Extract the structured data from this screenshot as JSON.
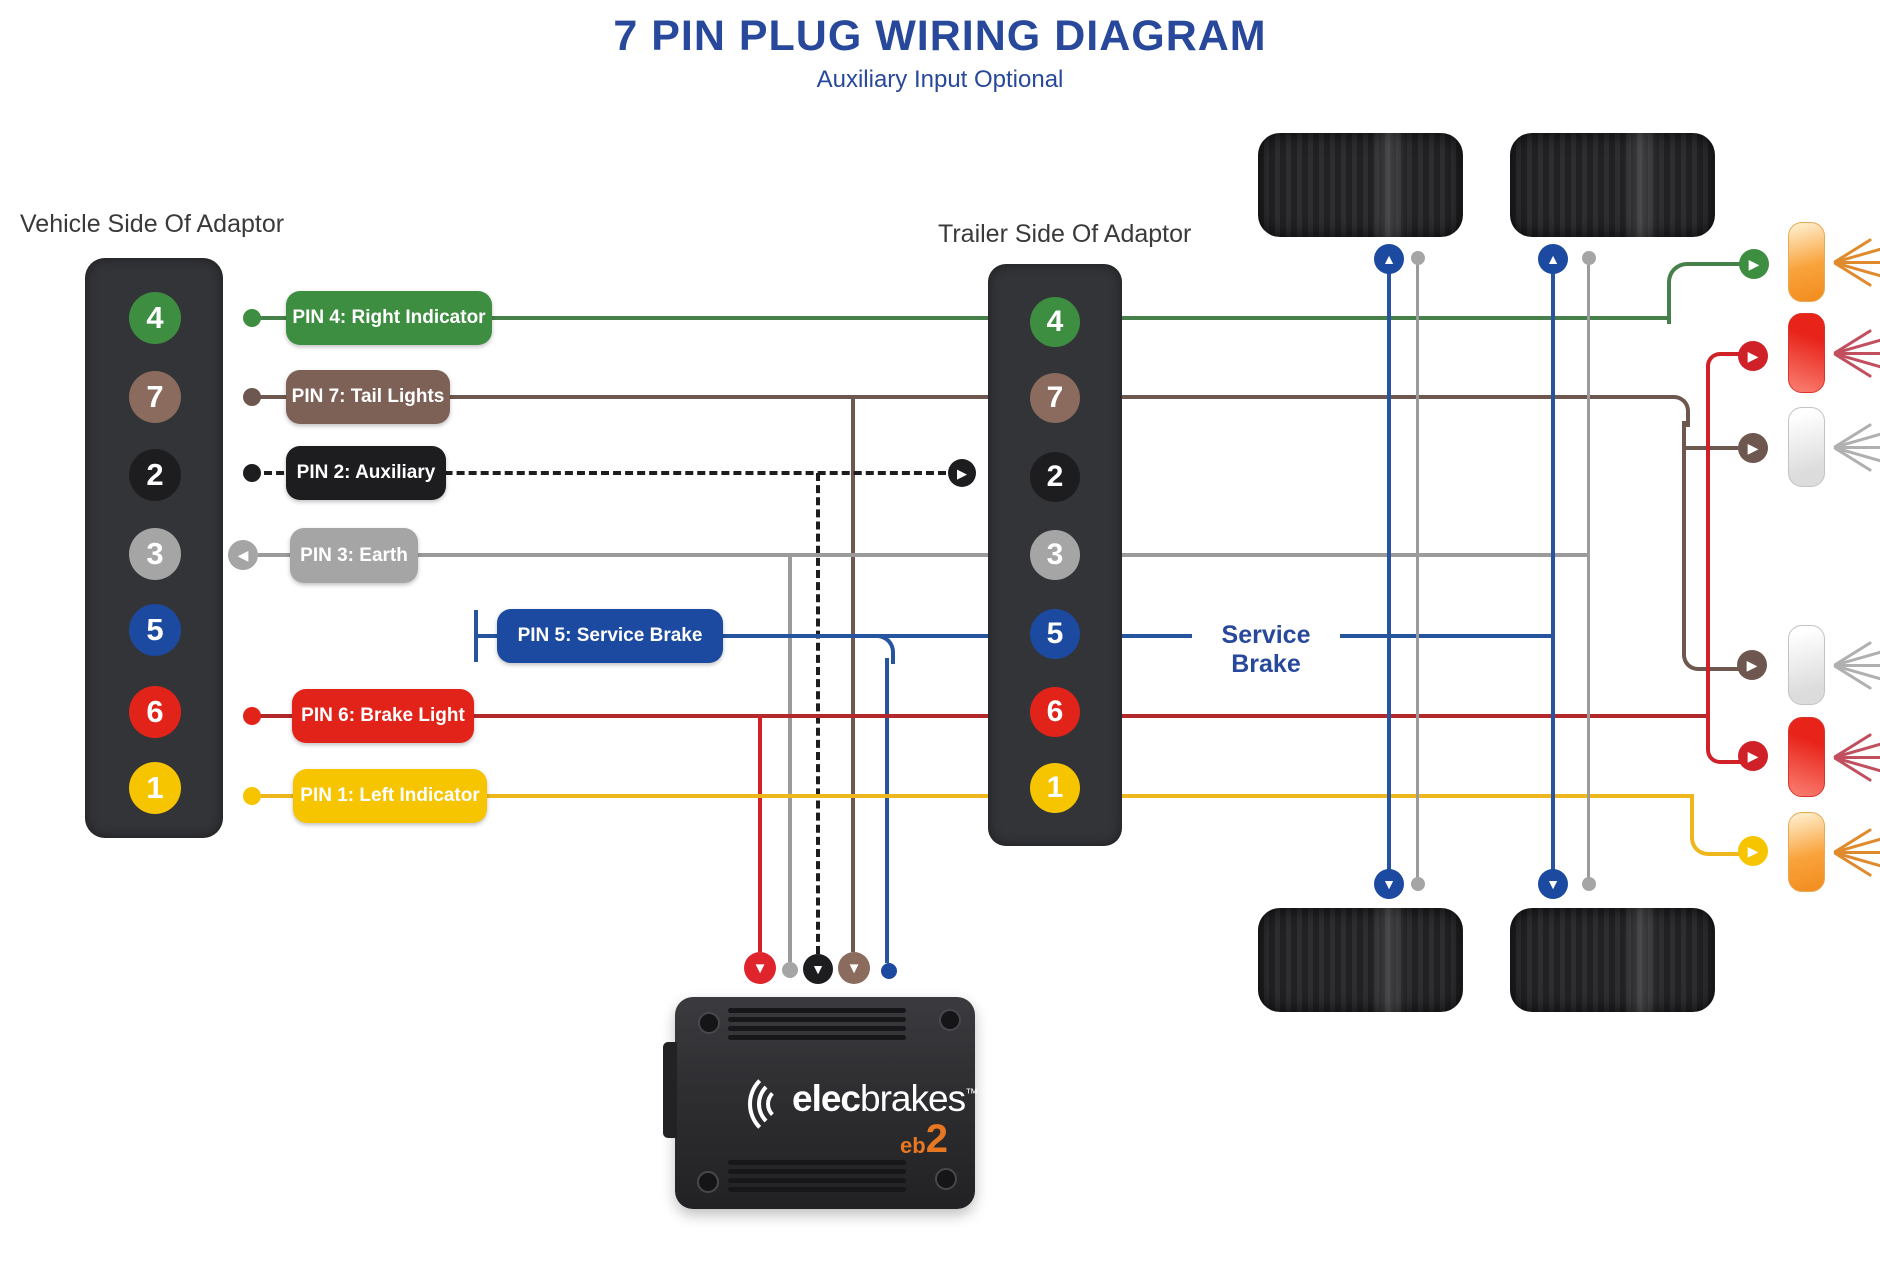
{
  "header": {
    "title": "7 PIN PLUG WIRING DIAGRAM",
    "subtitle": "Auxiliary Input Optional"
  },
  "vehicle_side": {
    "label": "Vehicle Side Of Adaptor",
    "pins": [
      "4",
      "7",
      "2",
      "3",
      "5",
      "6",
      "1"
    ]
  },
  "trailer_side": {
    "label": "Trailer Side Of Adaptor",
    "pins": [
      "4",
      "7",
      "2",
      "3",
      "5",
      "6",
      "1"
    ]
  },
  "pin_labels": [
    "PIN 4: Right Indicator",
    "PIN 7: Tail Lights",
    "PIN 2: Auxiliary",
    "PIN 3: Earth",
    "PIN 5: Service Brake",
    "PIN 6: Brake Light",
    "PIN 1: Left Indicator"
  ],
  "annotations": {
    "service_brake": "Service Brake"
  },
  "device": {
    "brand_bold": "elec",
    "brand_light": "brakes",
    "trademark": "™",
    "model_prefix": "eb",
    "model_digit": "2"
  },
  "icons": {
    "arrow-right": "▶",
    "arrow-left": "◀",
    "arrow-up": "▲",
    "arrow-down": "▼"
  },
  "colors": {
    "title-blue": "#27489B",
    "label-text": "#3A3A3A",
    "green": "#3E8E41",
    "green-wire": "#47804A",
    "brown": "#7D6156",
    "brown-pin": "#8A6B5D",
    "brown-wire": "#6D574E",
    "black": "#1D1D1F",
    "gray": "#A5A5A5",
    "gray-wire": "#9B9B9B",
    "blue": "#1C4AA0",
    "blue-wire": "#27549F",
    "red": "#E2231A",
    "red-wire": "#B3282A",
    "red-bright": "#CF2127",
    "yellow": "#F7C400",
    "yellow-wire": "#EFB71E",
    "adaptor": "#333438",
    "wheel": "#2A2A2C",
    "device-body": "#2E2E31",
    "device-orange": "#E87722",
    "lamp-amber": "#F9A33C",
    "lamp-red": "#E8231A",
    "lamp-gray": "#DCDCDC"
  }
}
